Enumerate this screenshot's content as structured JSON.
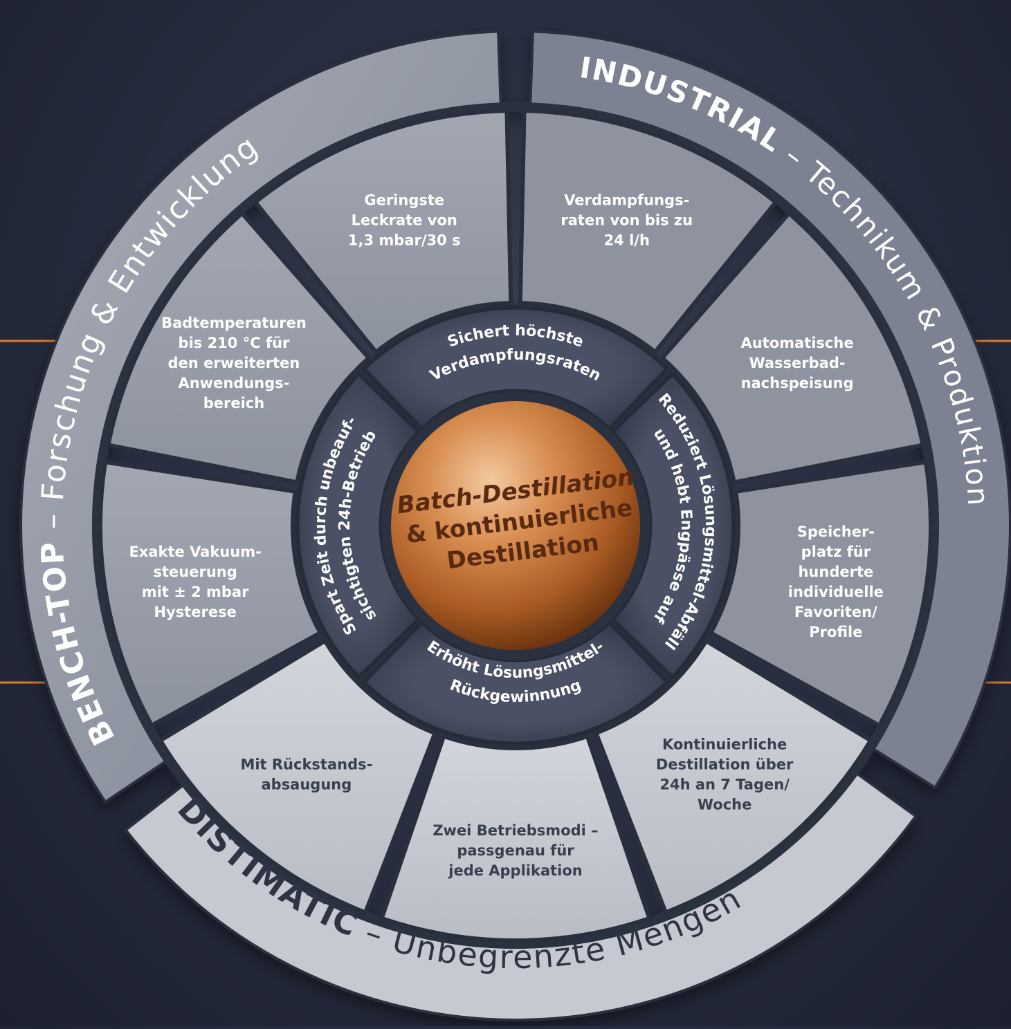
{
  "diagram": {
    "colors": {
      "background": "#262b3b",
      "accent_line": "#e07a2c",
      "outer_ring_light": "#c9ccd4",
      "outer_ring_mid": "#9ea3ae",
      "outer_ring_dark": "#6f7585",
      "segment_light": "#bfc2ca",
      "segment_mid": "#9a9fab",
      "inner_ring": "#434a5c",
      "sphere": "#c97a3d",
      "sphere_text": "#5a2a10"
    },
    "outer_ring": {
      "bench_top_bold": "BENCH-TOP",
      "bench_top_rest": " – Forschung & Entwicklung",
      "industrial_bold": "INDUSTRIAL",
      "industrial_rest": " – Technikum & Produktion",
      "distimatic_bold": "DISTIMATIC",
      "distimatic_rest": " – Unbegrenzte Mengen"
    },
    "segments": [
      {
        "group": "bench",
        "lines": [
          "Geringste",
          "Leckrate von",
          "1,3 mbar/30 s"
        ]
      },
      {
        "group": "industrial",
        "lines": [
          "Verdampfungs-",
          "raten von bis zu",
          "24 l/h"
        ]
      },
      {
        "group": "industrial",
        "lines": [
          "Automatische",
          "Wasserbad-",
          "nachspeisung"
        ]
      },
      {
        "group": "industrial",
        "lines": [
          "Speicher-",
          "platz für",
          "hunderte",
          "individuelle",
          "Favoriten/",
          "Profile"
        ]
      },
      {
        "group": "distimatic",
        "lines": [
          "Kontinuierliche",
          "Destillation über",
          "24h an 7 Tagen/",
          "Woche"
        ]
      },
      {
        "group": "distimatic",
        "lines": [
          "Zwei Betriebsmodi –",
          "passgenau für",
          "jede Applikation"
        ]
      },
      {
        "group": "distimatic",
        "lines": [
          "Mit Rückstands-",
          "absaugung"
        ]
      },
      {
        "group": "bench",
        "lines": [
          "Exakte Vakuum-",
          "steuerung",
          "mit ± 2 mbar",
          "Hysterese"
        ]
      },
      {
        "group": "bench",
        "lines": [
          "Badtemperaturen",
          "bis 210 °C für",
          "den erweiterten",
          "Anwendungs-",
          "bereich"
        ]
      }
    ],
    "inner_ring": [
      {
        "lines": [
          "Sichert höchste",
          "Verdampfungsraten"
        ]
      },
      {
        "lines": [
          "Reduziert Lösungsmittel-Abfälle",
          "und hebt Engpässe auf"
        ]
      },
      {
        "lines": [
          "Erhöht Lösungsmittel-",
          "Rückgewinnung"
        ]
      },
      {
        "lines": [
          "Spart Zeit durch unbeauf-",
          "sichtigten 24h-Betrieb"
        ]
      }
    ],
    "center": {
      "line1": "Batch-Destillation",
      "line2": "& kontinuierliche",
      "line3": "Destillation"
    }
  }
}
